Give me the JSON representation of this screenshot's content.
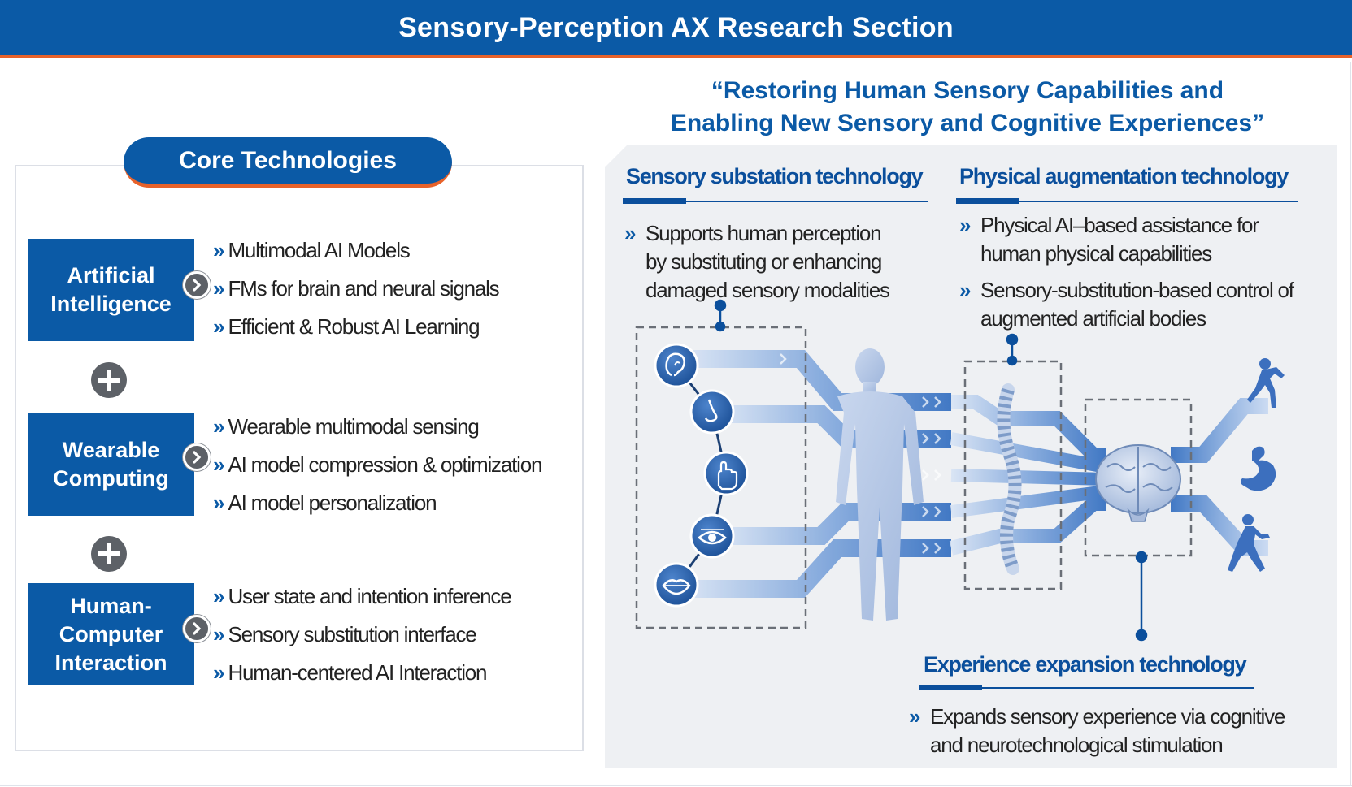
{
  "header": {
    "title": "Sensory-Perception AX Research Section"
  },
  "quote": {
    "line1": "“Restoring Human Sensory Capabilities and",
    "line2": "Enabling New Sensory and Cognitive Experiences”"
  },
  "core": {
    "title": "Core Technologies",
    "categories": [
      {
        "label": "Artificial\nIntelligence",
        "items": [
          "Multimodal AI Models",
          "FMs for brain and neural signals",
          "Efficient & Robust AI Learning"
        ]
      },
      {
        "label": "Wearable\nComputing",
        "items": [
          "Wearable multimodal sensing",
          "AI model compression & optimization",
          "AI model personalization"
        ]
      },
      {
        "label": "Human-\nComputer\nInteraction",
        "items": [
          "User state and intention inference",
          "Sensory substitution interface",
          "Human-centered AI Interaction"
        ]
      }
    ],
    "bullet": "»"
  },
  "sections": {
    "substation": {
      "title": "Sensory substation technology",
      "lines": [
        "Supports human perception",
        "by substituting or enhancing",
        "damaged sensory modalities"
      ]
    },
    "physical": {
      "title": "Physical augmentation technology",
      "bullets": [
        [
          "Physical AI–based assistance for",
          "human physical capabilities"
        ],
        [
          "Sensory-substitution-based control of",
          "augmented artificial bodies"
        ]
      ]
    },
    "experience": {
      "title": "Experience expansion technology",
      "lines": [
        "Expands sensory experience via cognitive",
        "and neurotechnological stimulation"
      ]
    }
  },
  "icons": {
    "senses": [
      "ear-icon",
      "nose-icon",
      "hand-touch-icon",
      "eye-icon",
      "lips-icon"
    ],
    "figures": [
      "runner-woman-icon",
      "flexed-arm-icon",
      "runner-man-icon"
    ],
    "center": [
      "human-body-figure",
      "spine-figure",
      "brain-figure"
    ]
  },
  "colors": {
    "primary": "#0b5aa6",
    "accent": "#e8622a",
    "dark_gray": "#5d6167",
    "panel_bg": "#eef0f3"
  }
}
